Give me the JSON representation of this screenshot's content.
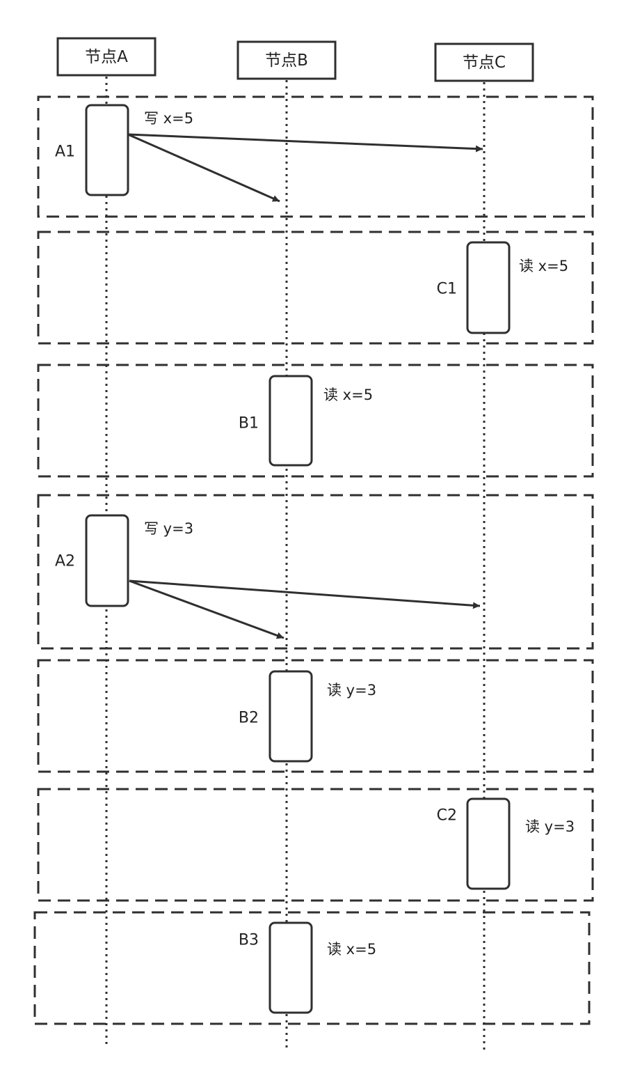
{
  "colors": {
    "stroke": "#2f2f2f",
    "background": "#ffffff",
    "text": "#222222"
  },
  "nodes": [
    "节点A",
    "节点B",
    "节点C"
  ],
  "steps": [
    {
      "label": "A1",
      "node": "A",
      "op": "写 x=5",
      "sends_to": [
        "C",
        "B"
      ]
    },
    {
      "label": "C1",
      "node": "C",
      "op": "读 x=5"
    },
    {
      "label": "B1",
      "node": "B",
      "op": "读 x=5"
    },
    {
      "label": "A2",
      "node": "A",
      "op": "写 y=3",
      "sends_to": [
        "C",
        "B"
      ]
    },
    {
      "label": "B2",
      "node": "B",
      "op": "读 y=3"
    },
    {
      "label": "C2",
      "node": "C",
      "op": "读 y=3"
    },
    {
      "label": "B3",
      "node": "B",
      "op": "读 x=5"
    }
  ]
}
